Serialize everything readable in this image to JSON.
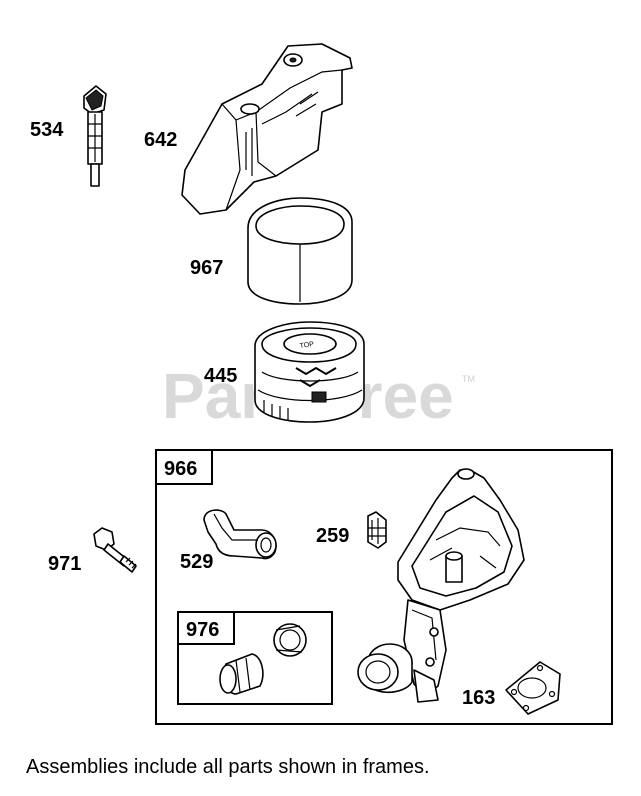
{
  "watermark": {
    "text": "PartsTree",
    "trademark": "TM"
  },
  "callouts": {
    "p534": "534",
    "p642": "642",
    "p967": "967",
    "p445": "445",
    "p971": "971",
    "p966": "966",
    "p529": "529",
    "p259": "259",
    "p976": "976",
    "p163": "163"
  },
  "filter_print": {
    "top": "TOP"
  },
  "footer_note": "Assemblies include all parts shown in frames."
}
